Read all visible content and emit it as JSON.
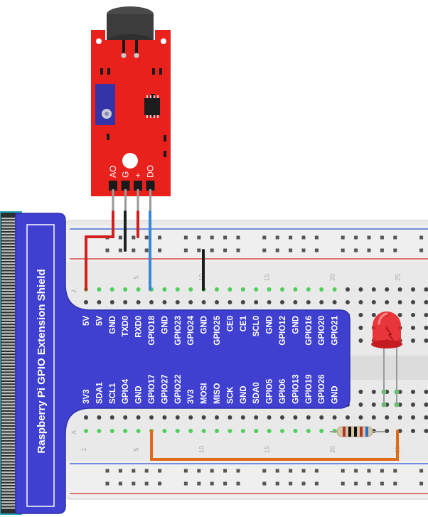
{
  "sensor": {
    "pins": [
      "AO",
      "G",
      "+",
      "DO"
    ],
    "board_color": "#e8211d",
    "pot_color": "#3533a8"
  },
  "shield": {
    "title": "Raspberry Pi GPIO Extension Shield",
    "color": "#3f3fd0",
    "row_j_labels": [
      "5V",
      "5V",
      "GND",
      "TXD0",
      "RXD0",
      "GPIO18",
      "GND",
      "GPIO23",
      "GPIO24",
      "GND",
      "GPIO25",
      "CE0",
      "CE1",
      "SCL0",
      "GND",
      "GPIO12",
      "GND",
      "GPIO16",
      "GPIO20",
      "GPIO21"
    ],
    "row_a_labels": [
      "3V3",
      "SDA1",
      "SCL1",
      "GPIO4",
      "GND",
      "GPIO17",
      "GPIO27",
      "GPIO22",
      "3V3",
      "MOSI",
      "MISO",
      "SCK",
      "GND",
      "SDA0",
      "GPIO5",
      "GPIO6",
      "GPIO13",
      "GPIO19",
      "GPIO26",
      "GND"
    ]
  },
  "breadboard": {
    "column_numbers": [
      "1",
      "5",
      "10",
      "15",
      "20",
      "25"
    ],
    "row_letters": [
      "J",
      "A"
    ]
  },
  "wires": {
    "red": "#d11f1f",
    "black": "#1d1d1d",
    "blue": "#3b86d6",
    "orange": "#e06a18"
  },
  "led": {
    "color": "#e8262a"
  },
  "resistor": {
    "bands": [
      "#b5322b",
      "#111111",
      "#111111",
      "#b5322b",
      "#2b70c9"
    ]
  }
}
